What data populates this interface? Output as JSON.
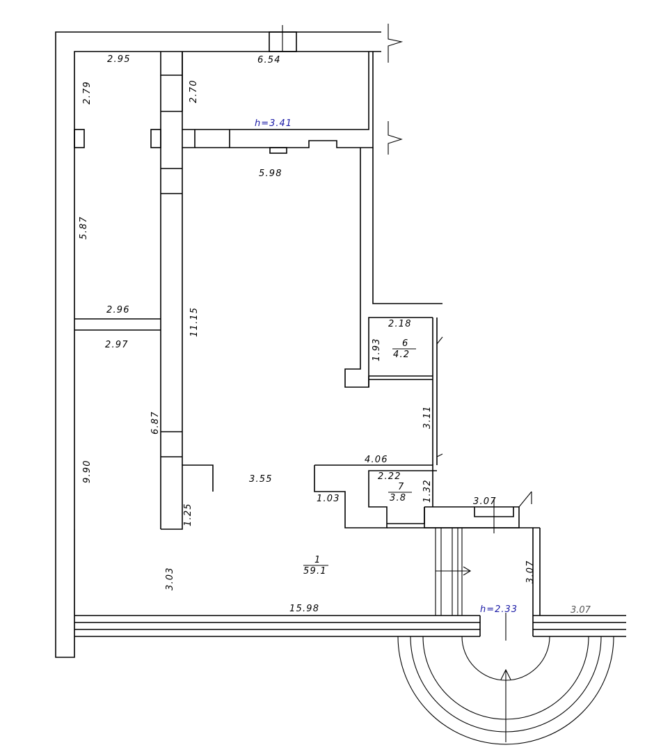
{
  "floor_plan": {
    "dimensions": [
      {
        "id": "d1",
        "text": "2.95"
      },
      {
        "id": "d2",
        "text": "6.54"
      },
      {
        "id": "d3",
        "text": "2.79"
      },
      {
        "id": "d4",
        "text": "2.70"
      },
      {
        "id": "d5",
        "text": "5.98"
      },
      {
        "id": "d6",
        "text": "5.87"
      },
      {
        "id": "d7",
        "text": "11.15"
      },
      {
        "id": "d8",
        "text": "2.96"
      },
      {
        "id": "d9",
        "text": "2.97"
      },
      {
        "id": "d10",
        "text": "2.18"
      },
      {
        "id": "d11",
        "text": "1.93"
      },
      {
        "id": "d12",
        "text": "3.11"
      },
      {
        "id": "d13",
        "text": "6.87"
      },
      {
        "id": "d14",
        "text": "4.06"
      },
      {
        "id": "d15",
        "text": "9.90"
      },
      {
        "id": "d16",
        "text": "3.55"
      },
      {
        "id": "d17",
        "text": "2.22"
      },
      {
        "id": "d18",
        "text": "1.32"
      },
      {
        "id": "d19",
        "text": "1.03"
      },
      {
        "id": "d20",
        "text": "1.25"
      },
      {
        "id": "d21",
        "text": "3.07"
      },
      {
        "id": "d22",
        "text": "3.07"
      },
      {
        "id": "d23",
        "text": "3.03"
      },
      {
        "id": "d24",
        "text": "15.98"
      },
      {
        "id": "d25",
        "text": "3.07"
      }
    ],
    "heights": [
      {
        "id": "h1",
        "text": "h=3.41"
      },
      {
        "id": "h2",
        "text": "h=2.33"
      }
    ],
    "rooms": [
      {
        "id": "r1",
        "number": "1",
        "area": "59.1"
      },
      {
        "id": "r6",
        "number": "6",
        "area": "4.2"
      },
      {
        "id": "r7",
        "number": "7",
        "area": "3.8"
      }
    ],
    "colors": {
      "line": "#000000",
      "height_label": "#1a1aa6"
    }
  }
}
